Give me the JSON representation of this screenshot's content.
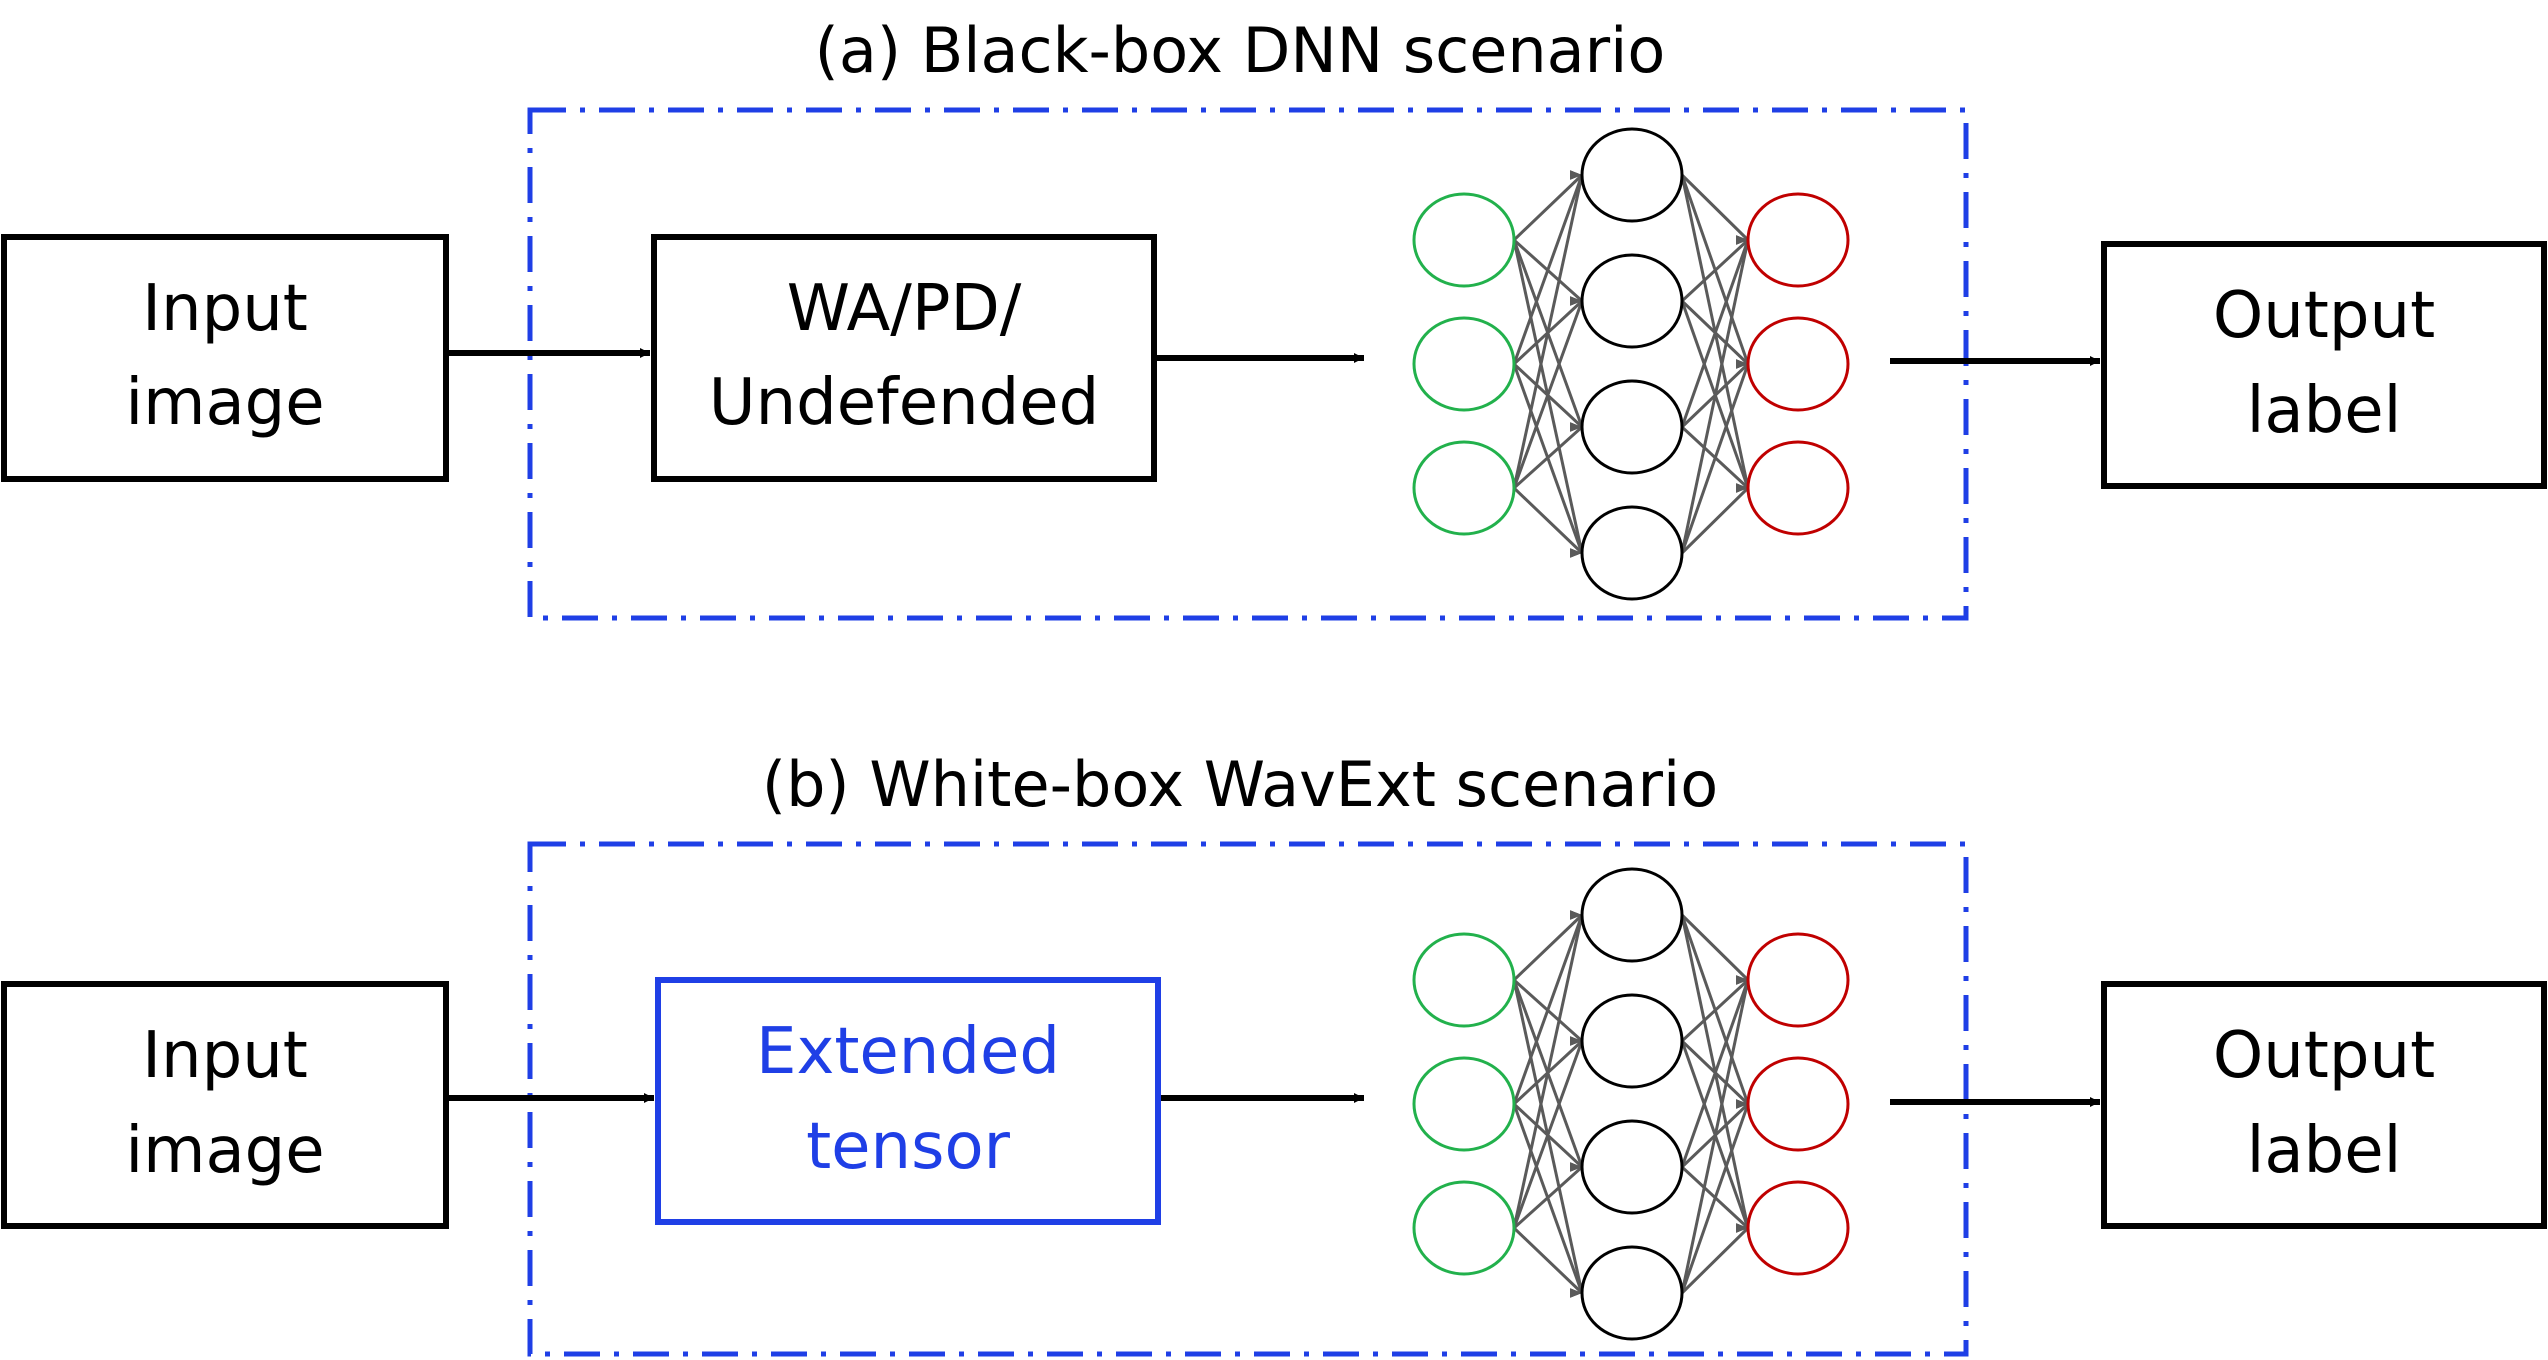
{
  "panels": [
    {
      "title": "(a) Black-box DNN scenario",
      "input_lines": [
        "Input",
        "image"
      ],
      "process_lines": [
        "WA/PD/",
        "Undefended"
      ],
      "process_highlight": false,
      "output_lines": [
        "Output",
        "label"
      ]
    },
    {
      "title": "(b) White-box WavExt scenario",
      "input_lines": [
        "Input",
        "image"
      ],
      "process_lines": [
        "Extended",
        "tensor"
      ],
      "process_highlight": true,
      "output_lines": [
        "Output",
        "label"
      ]
    }
  ],
  "colors": {
    "boundary": "#1f3fe6",
    "highlight": "#1f3fe6",
    "input_nodes": "#22b14c",
    "hidden_nodes": "#000000",
    "output_nodes": "#c00000",
    "edges": "#5a5a5a"
  },
  "network": {
    "input_nodes": 3,
    "hidden_nodes": 4,
    "output_nodes": 3
  }
}
